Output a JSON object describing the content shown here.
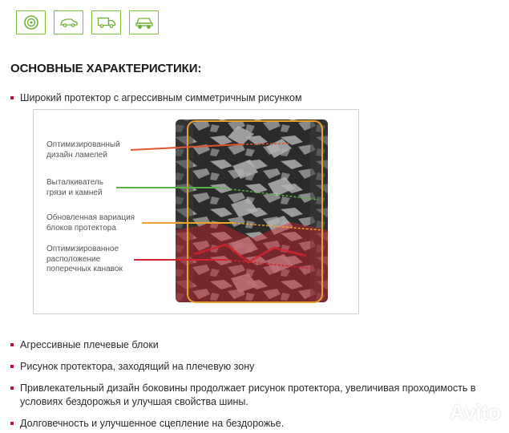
{
  "category_icons": [
    {
      "name": "tyre-icon"
    },
    {
      "name": "car-icon"
    },
    {
      "name": "truck-icon"
    },
    {
      "name": "suv-icon"
    }
  ],
  "section_title": "ОСНОВНЫЕ ХАРАКТЕРИСТИКИ:",
  "bullets": [
    "Широкий протектор с агрессивным симметричным рисунком",
    "Агрессивные плечевые блоки",
    "Рисунок протектора, заходящий на плечевую зону",
    "Привлекательный дизайн боковины продолжает рисунок протектора, увеличивая проходимость в условиях бездорожья и улучшая свойства шины.",
    "Долговечность и улучшенное сцепление на бездорожье."
  ],
  "tyre_labels": [
    {
      "text1": "Оптимизированный",
      "text2": "дизайн ламелей",
      "text3": "",
      "color": "#e2542b"
    },
    {
      "text1": "Выталкиватель",
      "text2": "грязи и камней",
      "text3": "",
      "color": "#58b343"
    },
    {
      "text1": "Обновленная вариация",
      "text2": "блоков протектора",
      "text3": "",
      "color": "#f0a224"
    },
    {
      "text1": "Оптимизированное",
      "text2": "расположение",
      "text3": "поперечных канавок",
      "color": "#d3232c"
    }
  ],
  "colors": {
    "accent_green": "#7cbf3a",
    "bullet_red": "#c8102e",
    "outline_orange": "#e9a12e",
    "highlight_red": "#d3232c"
  },
  "watermark": {
    "text": "Avito"
  }
}
